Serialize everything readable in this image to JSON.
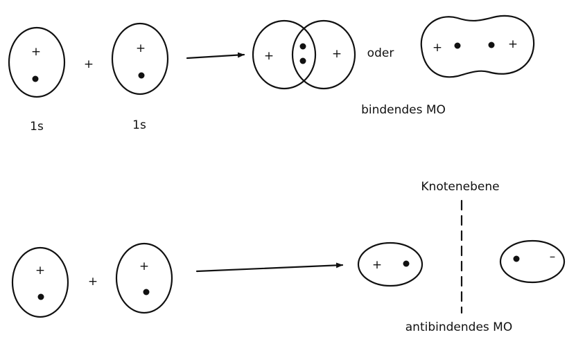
{
  "symbols": {
    "plus": "+",
    "minus": "–"
  },
  "labels": {
    "orbital_left": "1s",
    "orbital_right": "1s",
    "or_word": "oder",
    "bonding_mo": "bindendes MO",
    "nodal_plane": "Knotenebene",
    "antibonding_mo": "antibindendes MO"
  }
}
